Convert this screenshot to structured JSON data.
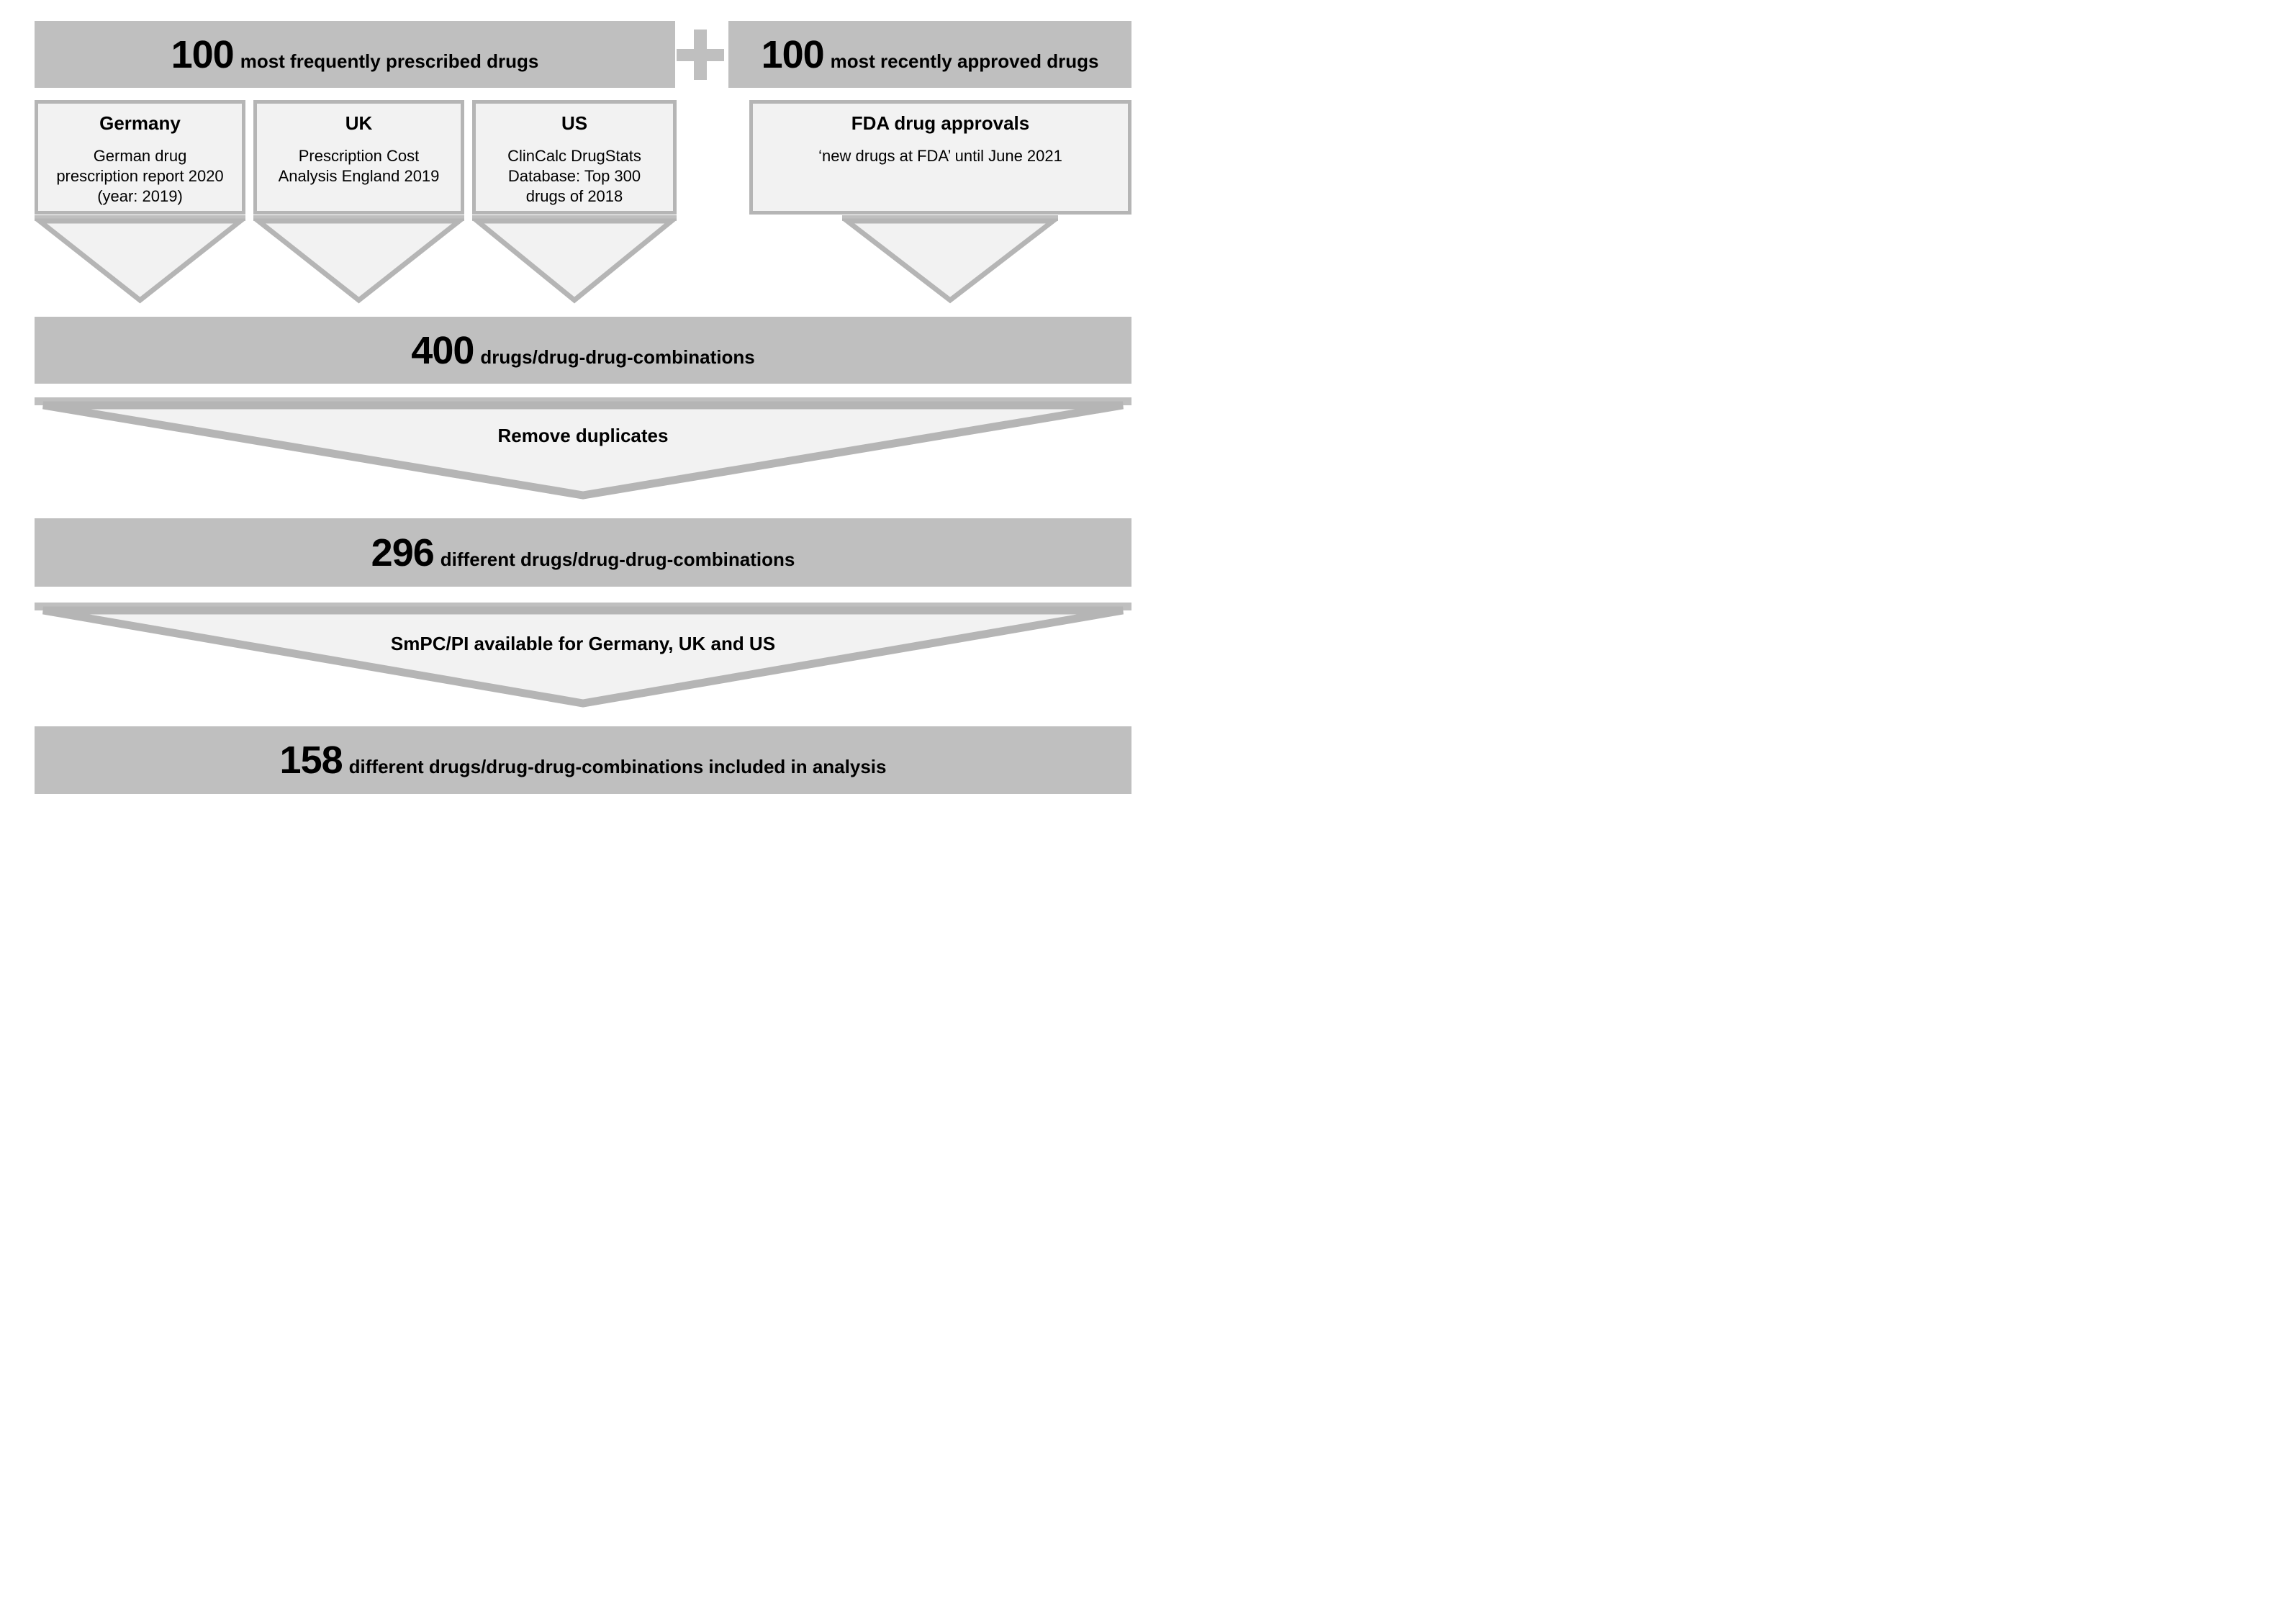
{
  "colors": {
    "bar_gray": "#bfbfbf",
    "border_gray": "#b5b5b5",
    "fill_light": "#f2f2f2",
    "text_color": "#000000"
  },
  "icons": {
    "plus_icon": "+"
  },
  "top": {
    "prescribed": {
      "number": "100",
      "label": "most frequently prescribed drugs"
    },
    "approved": {
      "number": "100",
      "label": "most recently approved drugs"
    }
  },
  "sources": [
    {
      "title": "Germany",
      "lines": [
        "German drug",
        "prescription report 2020",
        "(year: 2019)"
      ]
    },
    {
      "title": "UK",
      "lines": [
        "Prescription Cost",
        "Analysis England 2019"
      ]
    },
    {
      "title": "US",
      "lines": [
        "ClinCalc DrugStats",
        "Database: Top 300",
        "drugs of 2018"
      ]
    },
    {
      "title": "FDA drug approvals",
      "lines": [
        "‘new drugs at FDA’ until June 2021"
      ]
    }
  ],
  "flow": {
    "bar_400": {
      "number": "400",
      "label": "drugs/drug-drug-combinations"
    },
    "funnel_remove": {
      "label": "Remove duplicates"
    },
    "bar_296": {
      "number": "296",
      "label": "different drugs/drug-drug-combinations"
    },
    "funnel_smpc": {
      "label": "SmPC/PI available for Germany, UK and US"
    },
    "bar_158": {
      "number": "158",
      "label": "different drugs/drug-drug-combinations included in analysis"
    }
  }
}
